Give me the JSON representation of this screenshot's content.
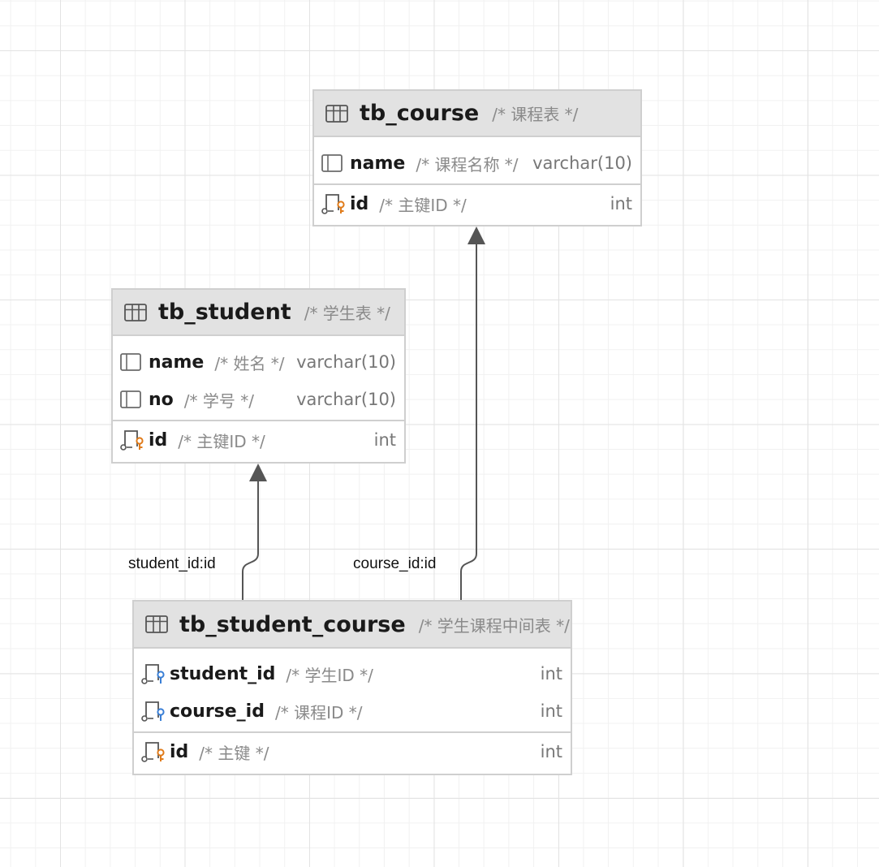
{
  "tables": {
    "course": {
      "name": "tb_course",
      "comment": "/* 课程表 */",
      "columns": [
        {
          "name": "name",
          "comment": "/* 课程名称 */",
          "type": "varchar(10)",
          "icon": "column-icon"
        }
      ],
      "keys": [
        {
          "name": "id",
          "comment": "/* 主键ID */",
          "type": "int",
          "icon": "primary-key-icon"
        }
      ]
    },
    "student": {
      "name": "tb_student",
      "comment": "/* 学生表 */",
      "columns": [
        {
          "name": "name",
          "comment": "/* 姓名 */",
          "type": "varchar(10)",
          "icon": "column-icon"
        },
        {
          "name": "no",
          "comment": "/* 学号 */",
          "type": "varchar(10)",
          "icon": "column-icon"
        }
      ],
      "keys": [
        {
          "name": "id",
          "comment": "/* 主键ID */",
          "type": "int",
          "icon": "primary-key-icon"
        }
      ]
    },
    "student_course": {
      "name": "tb_student_course",
      "comment": "/* 学生课程中间表 */",
      "columns": [
        {
          "name": "student_id",
          "comment": "/* 学生ID */",
          "type": "int",
          "icon": "foreign-key-icon"
        },
        {
          "name": "course_id",
          "comment": "/* 课程ID */",
          "type": "int",
          "icon": "foreign-key-icon"
        }
      ],
      "keys": [
        {
          "name": "id",
          "comment": "/* 主键 */",
          "type": "int",
          "icon": "primary-key-icon"
        }
      ]
    }
  },
  "relations": {
    "student": {
      "label": "student_id:id"
    },
    "course": {
      "label": "course_id:id"
    }
  },
  "colors": {
    "primary_key": "#e07b1a",
    "foreign_key": "#3a7fd6",
    "column_icon": "#6b6b6b",
    "header_bg": "#e2e2e2",
    "connector": "#555555"
  }
}
